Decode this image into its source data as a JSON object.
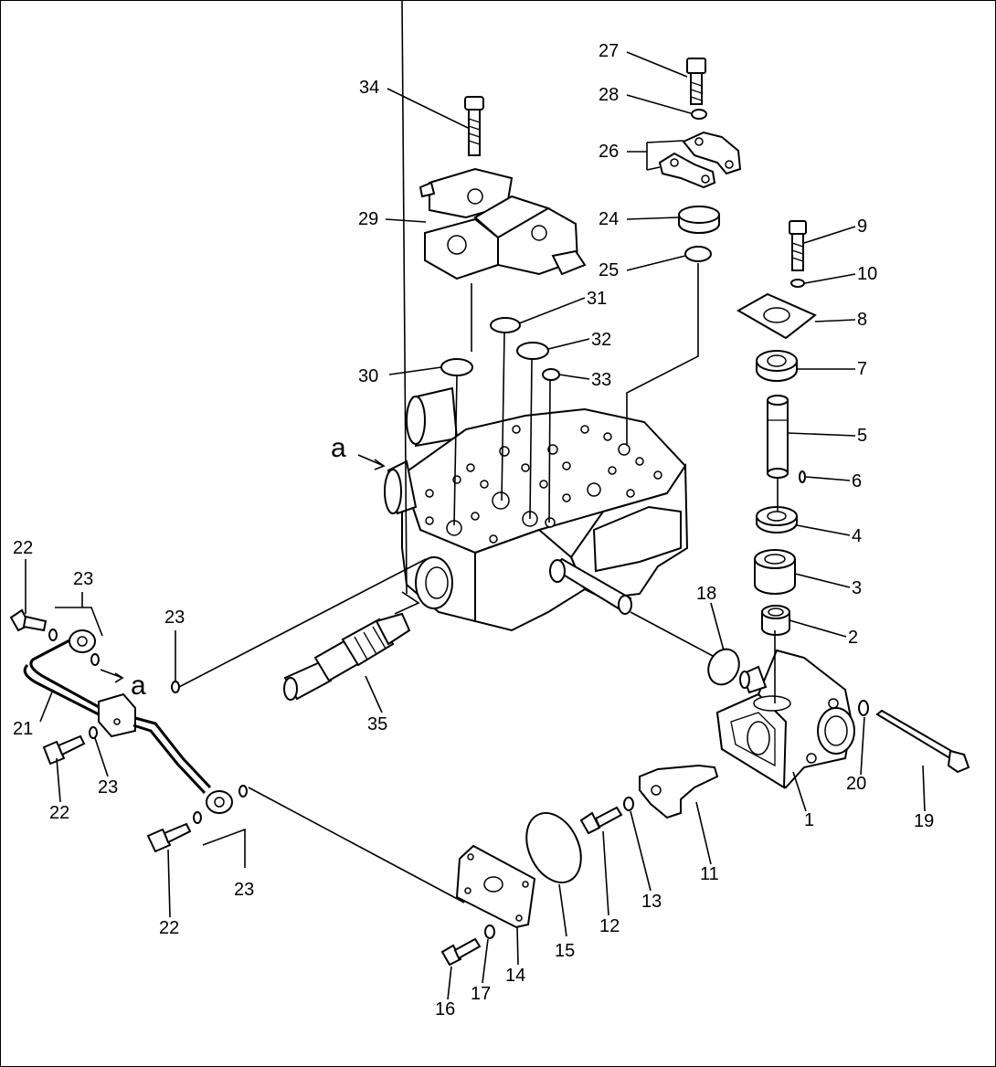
{
  "callouts": [
    {
      "id": "c27",
      "text": "27"
    },
    {
      "id": "c28",
      "text": "28"
    },
    {
      "id": "c26",
      "text": "26"
    },
    {
      "id": "c24",
      "text": "24"
    },
    {
      "id": "c25",
      "text": "25"
    },
    {
      "id": "c34",
      "text": "34"
    },
    {
      "id": "c29",
      "text": "29"
    },
    {
      "id": "c9",
      "text": "9"
    },
    {
      "id": "c10",
      "text": "10"
    },
    {
      "id": "c8",
      "text": "8"
    },
    {
      "id": "c7",
      "text": "7"
    },
    {
      "id": "c5",
      "text": "5"
    },
    {
      "id": "c6",
      "text": "6"
    },
    {
      "id": "c4",
      "text": "4"
    },
    {
      "id": "c3",
      "text": "3"
    },
    {
      "id": "c2",
      "text": "2"
    },
    {
      "id": "c1",
      "text": "1"
    },
    {
      "id": "c31",
      "text": "31"
    },
    {
      "id": "c32",
      "text": "32"
    },
    {
      "id": "c30",
      "text": "30"
    },
    {
      "id": "c33",
      "text": "33"
    },
    {
      "id": "c18",
      "text": "18"
    },
    {
      "id": "c35",
      "text": "35"
    },
    {
      "id": "c20",
      "text": "20"
    },
    {
      "id": "c19",
      "text": "19"
    },
    {
      "id": "c11",
      "text": "11"
    },
    {
      "id": "c13",
      "text": "13"
    },
    {
      "id": "c12",
      "text": "12"
    },
    {
      "id": "c15",
      "text": "15"
    },
    {
      "id": "c14",
      "text": "14"
    },
    {
      "id": "c17",
      "text": "17"
    },
    {
      "id": "c16",
      "text": "16"
    },
    {
      "id": "c22a",
      "text": "22"
    },
    {
      "id": "c23a",
      "text": "23"
    },
    {
      "id": "c23b",
      "text": "23"
    },
    {
      "id": "c21",
      "text": "21"
    },
    {
      "id": "c23c",
      "text": "23"
    },
    {
      "id": "c22b",
      "text": "22"
    },
    {
      "id": "c23d",
      "text": "23"
    },
    {
      "id": "c22c",
      "text": "22"
    }
  ],
  "view_markers": {
    "a_main": "a",
    "a_pipe": "a"
  }
}
